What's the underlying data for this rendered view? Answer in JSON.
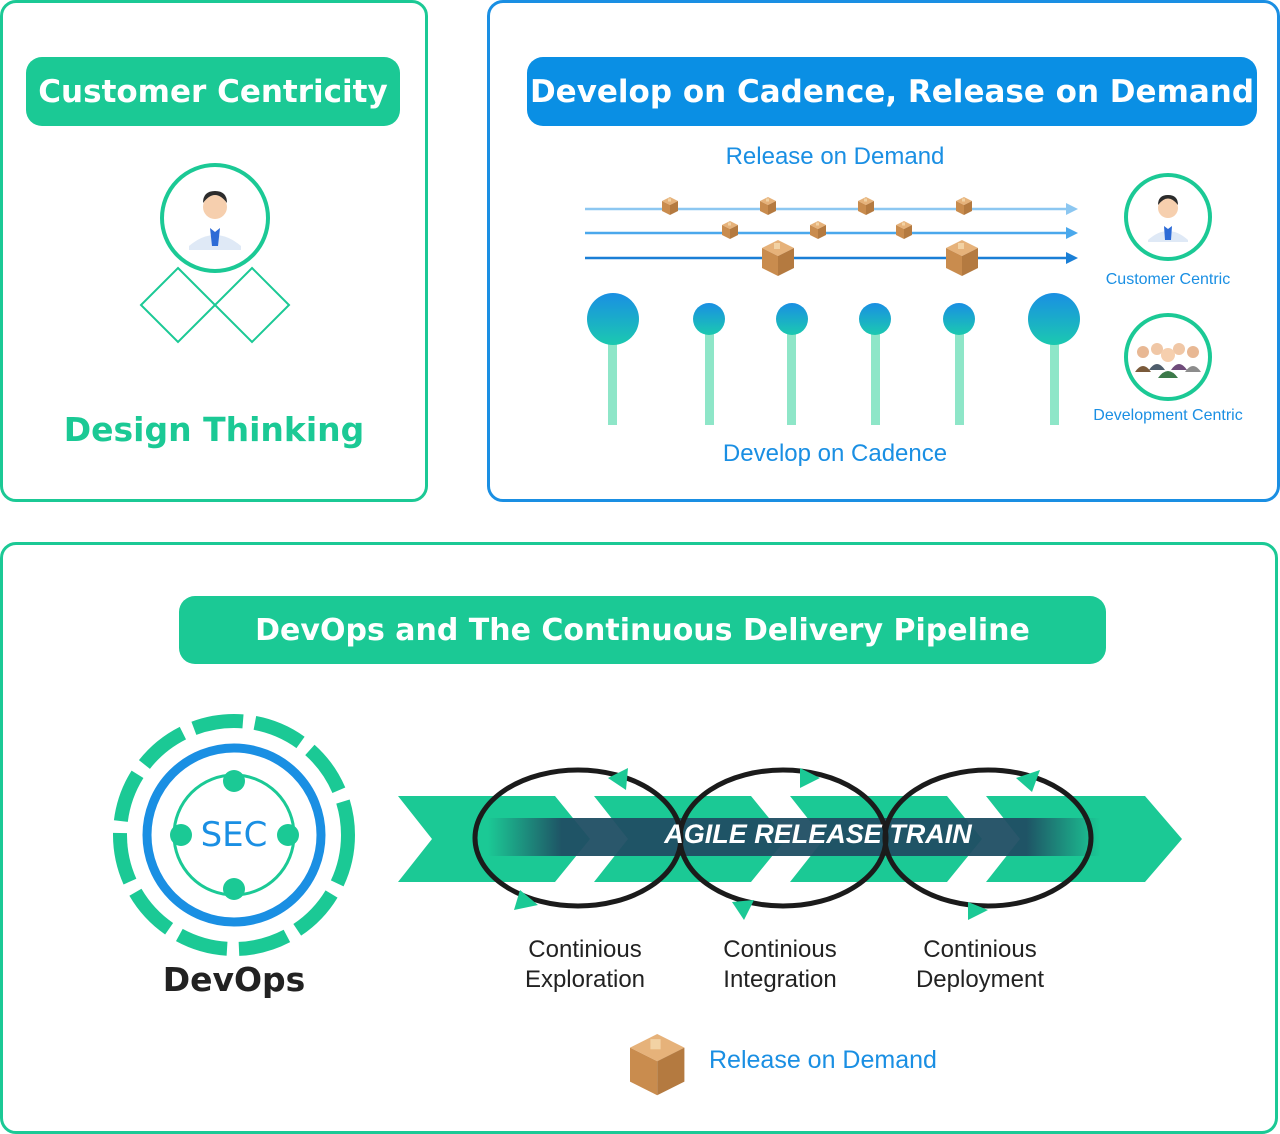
{
  "customer_centricity": {
    "title": "Customer Centricity",
    "caption": "Design Thinking",
    "icon": "businessman-icon"
  },
  "cadence": {
    "title": "Develop on Cadence, Release on Demand",
    "top_label": "Release on Demand",
    "bottom_label": "Develop on Cadence",
    "right_items": [
      {
        "label": "Customer Centric",
        "icon": "businessman-icon"
      },
      {
        "label": "Development Centric",
        "icon": "team-icon"
      }
    ]
  },
  "pipeline": {
    "title": "DevOps and The Continuous Delivery Pipeline",
    "devops_center": "SEC",
    "devops_label": "DevOps",
    "train_label": "AGILE RELEASE TRAIN",
    "stages": [
      {
        "line1": "Continious",
        "line2": "Exploration"
      },
      {
        "line1": "Continious",
        "line2": "Integration"
      },
      {
        "line1": "Continious",
        "line2": "Deployment"
      }
    ],
    "legend_label": "Release on Demand",
    "legend_icon": "package-icon"
  },
  "colors": {
    "green": "#1bc995",
    "blue": "#0a8fe4",
    "light_green": "#8ee6c8",
    "dark_navy": "#1f4e63"
  }
}
